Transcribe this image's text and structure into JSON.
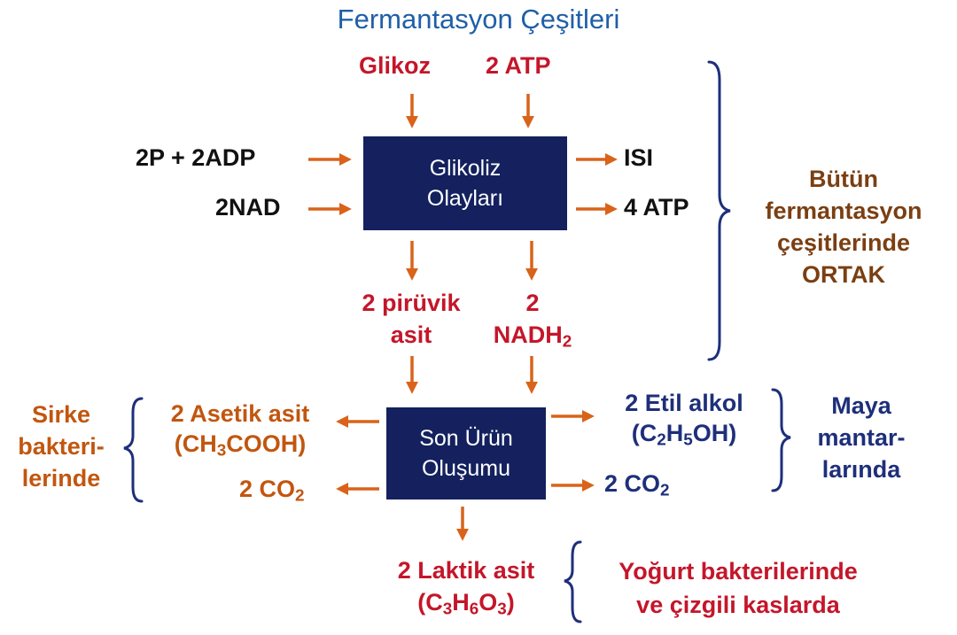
{
  "title": "Fermantasyon Çeşitleri",
  "inputs": {
    "glucose": "Glikoz",
    "atp_in": "2 ATP",
    "phosphate": "2P + 2ADP",
    "nad": "2NAD"
  },
  "glycolysis_box": {
    "line1": "Glikoliz",
    "line2": "Olayları"
  },
  "glycolysis_outputs": {
    "heat": "ISI",
    "atp_out": "4 ATP"
  },
  "common_note": {
    "line1": "Bütün",
    "line2": "fermantasyon",
    "line3": "çeşitlerinde",
    "line4": "ORTAK"
  },
  "intermediates": {
    "pyruvic_line1": "2 pirüvik",
    "pyruvic_line2": "asit",
    "nadh_line1": "2",
    "nadh_base": "NADH",
    "nadh_sub": "2"
  },
  "end_product_box": {
    "line1": "Son Ürün",
    "line2": "Oluşumu"
  },
  "acetic": {
    "label": "2 Asetik asit",
    "formula": [
      "CH",
      "3",
      "COOH"
    ],
    "co2": [
      "2 CO",
      "2"
    ],
    "organism": [
      "Sirke",
      "bakteri-",
      "lerinde"
    ]
  },
  "alcohol": {
    "label": "2 Etil alkol",
    "formula": [
      "C",
      "2",
      "H",
      "5",
      "OH"
    ],
    "co2": [
      "2 CO",
      "2"
    ],
    "organism": [
      "Maya",
      "mantar-",
      "larında"
    ]
  },
  "lactic": {
    "label": "2 Laktik asit",
    "formula": [
      "C",
      "3",
      "H",
      "6",
      "O",
      "3"
    ],
    "organism": [
      "Yoğurt bakterilerinde",
      "ve çizgili kaslarda"
    ]
  },
  "colors": {
    "title": "#1f5fa8",
    "box": "#14215e",
    "arrow": "#d9631a",
    "red_text": "#c4162a",
    "blue_text": "#1e2f7a",
    "orange_text": "#c2560f",
    "brown_text": "#7a3f12"
  }
}
